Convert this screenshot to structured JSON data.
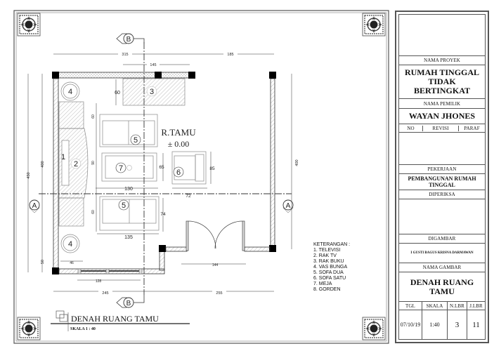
{
  "drawing": {
    "room_label": "R.TAMU",
    "room_level": "± 0.00",
    "section_markers": {
      "a": "A",
      "b": "B"
    },
    "dimensions": {
      "top_left": "315",
      "top_right": "185",
      "top_inner": "145",
      "shelf_depth": "60",
      "left_outer": "450",
      "left_inner": "400",
      "left_bottom": "50",
      "right_height": "400",
      "sofa_gap_top": "60",
      "sofa_gap_mid": "90",
      "sofa_gap_bottom": "60",
      "table_width": "130",
      "table_depth": "65",
      "armchair_depth": "85",
      "armchair_width": "72",
      "sofa_depth": "74",
      "sofa_width": "135",
      "vase_offset": "46",
      "window_width": "128",
      "door_width": "144",
      "bottom_left": "245",
      "bottom_right": "255"
    },
    "furniture_tags": [
      "1",
      "2",
      "3",
      "4",
      "4",
      "5",
      "5",
      "6",
      "7"
    ],
    "title": "DENAH RUANG TAMU",
    "scale": "SKALA 1 : 40"
  },
  "legend": {
    "heading": "KETERANGAN :",
    "items": [
      "1. TELEVISI",
      "2. RAK TV",
      "3. RAK BUKU",
      "4. VAS BUNGA",
      "5. SOFA DUA",
      "6. SOFA SATU",
      "7. MEJA",
      "8. GORDEN"
    ]
  },
  "title_block": {
    "project_label": "NAMA PROYEK",
    "project_name_1": "RUMAH TINGGAL",
    "project_name_2": "TIDAK BERTINGKAT",
    "owner_label": "NAMA PEMILIK",
    "owner_name": "WAYAN JHONES",
    "revision_headers": [
      "NO",
      "REVISI",
      "PARAF"
    ],
    "work_label": "PEKERJAAN",
    "work_name_1": "PEMBANGUNAN RUMAH",
    "work_name_2": "TINGGAL",
    "checked_label": "DIPERIKSA",
    "drawn_label": "DIGAMBAR",
    "drawn_by": "I GUSTI BAGUS KRISNA DARMAWAN",
    "drawing_name_label": "NAMA GAMBAR",
    "drawing_name_1": "DENAH RUANG",
    "drawing_name_2": "TAMU",
    "footer_headers": [
      "TGL",
      "SKALA",
      "N.LBR",
      "J.LBR"
    ],
    "footer_values": [
      "07/10/19",
      "1:40",
      "3",
      "11"
    ]
  }
}
